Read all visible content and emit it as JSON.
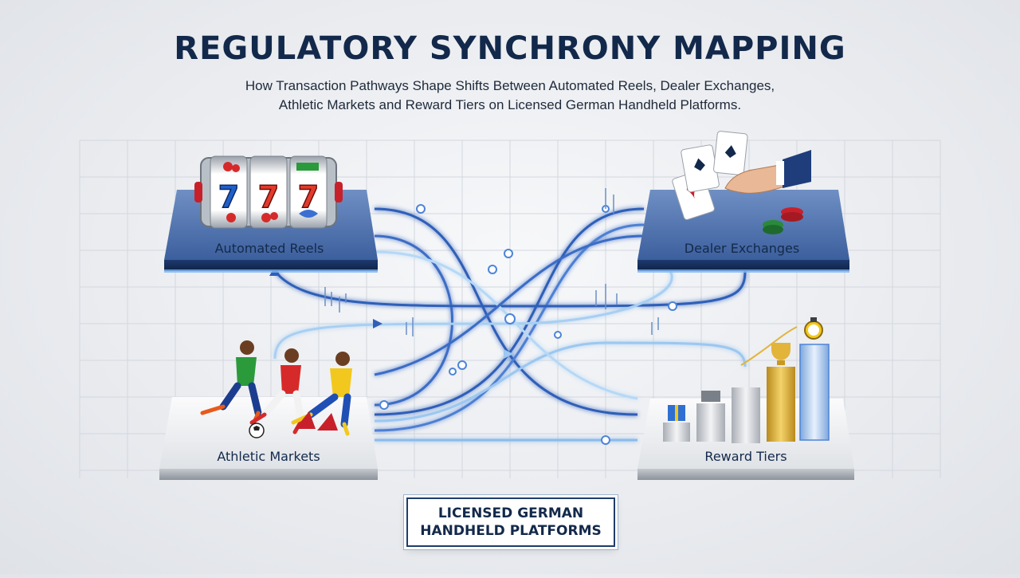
{
  "header": {
    "title": "REGULATORY SYNCHRONY MAPPING",
    "subtitle_line1": "How Transaction Pathways Shape Shifts Between Automated Reels, Dealer Exchanges,",
    "subtitle_line2": "Athletic Markets and Reward Tiers on Licensed German Handheld Platforms."
  },
  "nodes": {
    "automated_reels": {
      "label": "Automated Reels",
      "icon": "slot-machine-icon",
      "digits": "7"
    },
    "dealer_exchanges": {
      "label": "Dealer Exchanges",
      "icon": "playing-cards-icon"
    },
    "athletic_markets": {
      "label": "Athletic Markets",
      "icon": "soccer-players-icon"
    },
    "reward_tiers": {
      "label": "Reward Tiers",
      "icon": "reward-podium-icon"
    }
  },
  "badge": {
    "line1": "LICENSED GERMAN",
    "line2": "HANDHELD PLATFORMS"
  },
  "colors": {
    "navy": "#13294b",
    "flow_dark": "#2f5fb8",
    "flow_light": "#9cc7f0",
    "gold": "#e2b43a"
  }
}
